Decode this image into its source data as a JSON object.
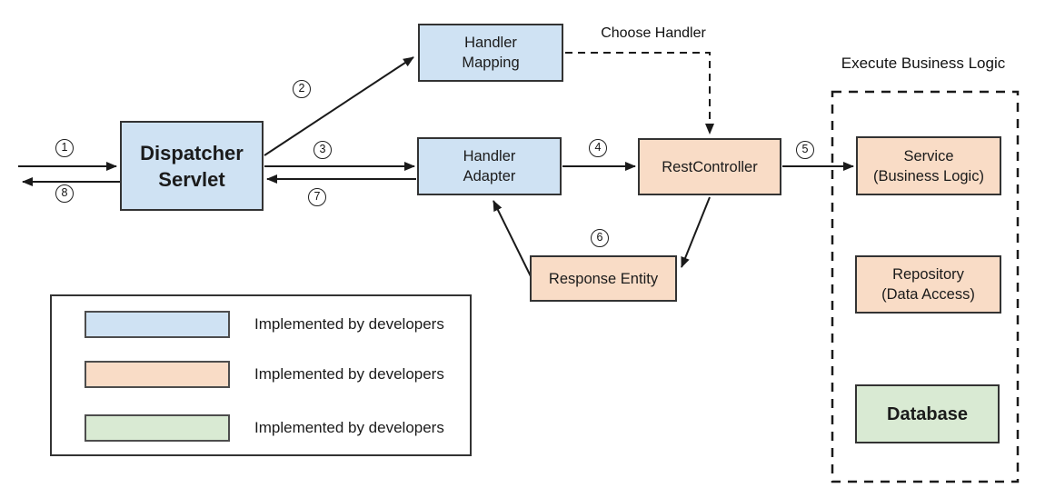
{
  "colors": {
    "blue": "#cfe2f3",
    "orange": "#f9dcc6",
    "green": "#d9ead3"
  },
  "diagram": {
    "section_title": "Execute Business Logic",
    "edge_label": "Choose Handler",
    "steps": [
      "1",
      "2",
      "3",
      "4",
      "5",
      "6",
      "7",
      "8"
    ],
    "nodes": {
      "dispatcher_servlet": {
        "line1": "Dispatcher",
        "line2": "Servlet"
      },
      "handler_mapping": {
        "line1": "Handler",
        "line2": "Mapping"
      },
      "handler_adapter": {
        "line1": "Handler",
        "line2": "Adapter"
      },
      "rest_controller": {
        "label": "RestController"
      },
      "response_entity": {
        "label": "Response Entity"
      },
      "service": {
        "line1": "Service",
        "line2": "(Business Logic)"
      },
      "repository": {
        "line1": "Repository",
        "line2": "(Data Access)"
      },
      "database": {
        "label": "Database"
      }
    },
    "legend": {
      "items": [
        {
          "color": "#cfe2f3",
          "label": "Implemented by developers"
        },
        {
          "color": "#f9dcc6",
          "label": "Implemented by developers"
        },
        {
          "color": "#d9ead3",
          "label": "Implemented by developers"
        }
      ]
    }
  }
}
